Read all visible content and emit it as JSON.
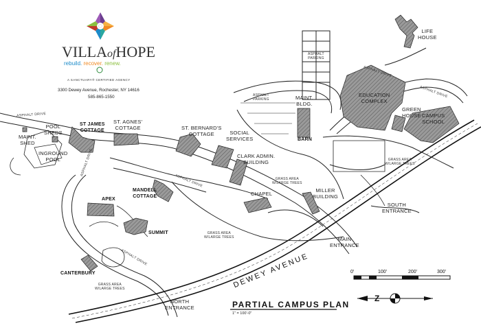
{
  "brand": {
    "name": "VILLA of HOPE",
    "name_main": "VILLA",
    "name_of": "of",
    "name_hope": "HOPE",
    "tag_rebuild": "rebuild.",
    "tag_recover": "recover.",
    "tag_renew": "renew.",
    "sanctuary": "A SANCTUARY® CERTIFIED AGENCY",
    "address": "3300 Dewey Avenue, Rochester, NY 14616",
    "phone": "585-865-1550",
    "colors": {
      "purple": "#6b3d8f",
      "blue": "#1c8bc9",
      "orange": "#f08a24",
      "green": "#8cbf3f",
      "teal": "#2aa7a0"
    }
  },
  "plan": {
    "title": "PARTIAL CAMPUS PLAN",
    "scale_text": "1\" = 100'-0\"",
    "scale_ticks": [
      "0'",
      "100'",
      "200'",
      "300'"
    ]
  },
  "street": {
    "name": "DEWEY AVENUE"
  },
  "buildings": {
    "life_house": "LIFE\nHOUSE",
    "education_complex": "EDUCATION\nCOMPLEX",
    "green_house": "GREEN\nHOUSE",
    "campus_school": "CAMPUS\nSCHOOL",
    "maint_bldg": "MAINT.\nBLDG.",
    "barn": "BARN",
    "st_agnes": "ST. AGNES'\nCOTTAGE",
    "st_bernards": "ST. BERNARD'S\nCOTTAGE",
    "social_services": "SOCIAL\nSERVICES",
    "clark_admin": "CLARK ADMIN.\nBUILDING",
    "st_james": "ST JAMES\nCOTTAGE",
    "pool_sheds": "POOL\nSHEDS",
    "maint_shed": "MAINT.\nSHED",
    "inground_pool": "INGROUND\nPOOL",
    "apex": "APEX",
    "mandell": "MANDELL\nCOTTAGE",
    "chapel": "CHAPEL",
    "miller": "MILLER\nBUILDING",
    "summit": "SUMMIT",
    "canterbury": "CANTERBURY"
  },
  "entrances": {
    "south": "SOUTH\nENTRANCE",
    "main": "MAIN\nENTRANCE",
    "north": "NORTH\nENTRANCE"
  },
  "areas": {
    "grass_1": "GRASS AREA\nW/LARGE TREES",
    "grass_2": "GRASS AREA\nW/LARGE TREES",
    "grass_3": "GRASS AREA\nW/LARGE TREES",
    "grass_4": "GRASS AREA\nW/LARGE TREES",
    "parking_1": "ASPHALT\nPARKING",
    "parking_2": "ASPHALT\nPARKING"
  },
  "roads": {
    "drive_label": "ASPHALT DRIVE"
  }
}
